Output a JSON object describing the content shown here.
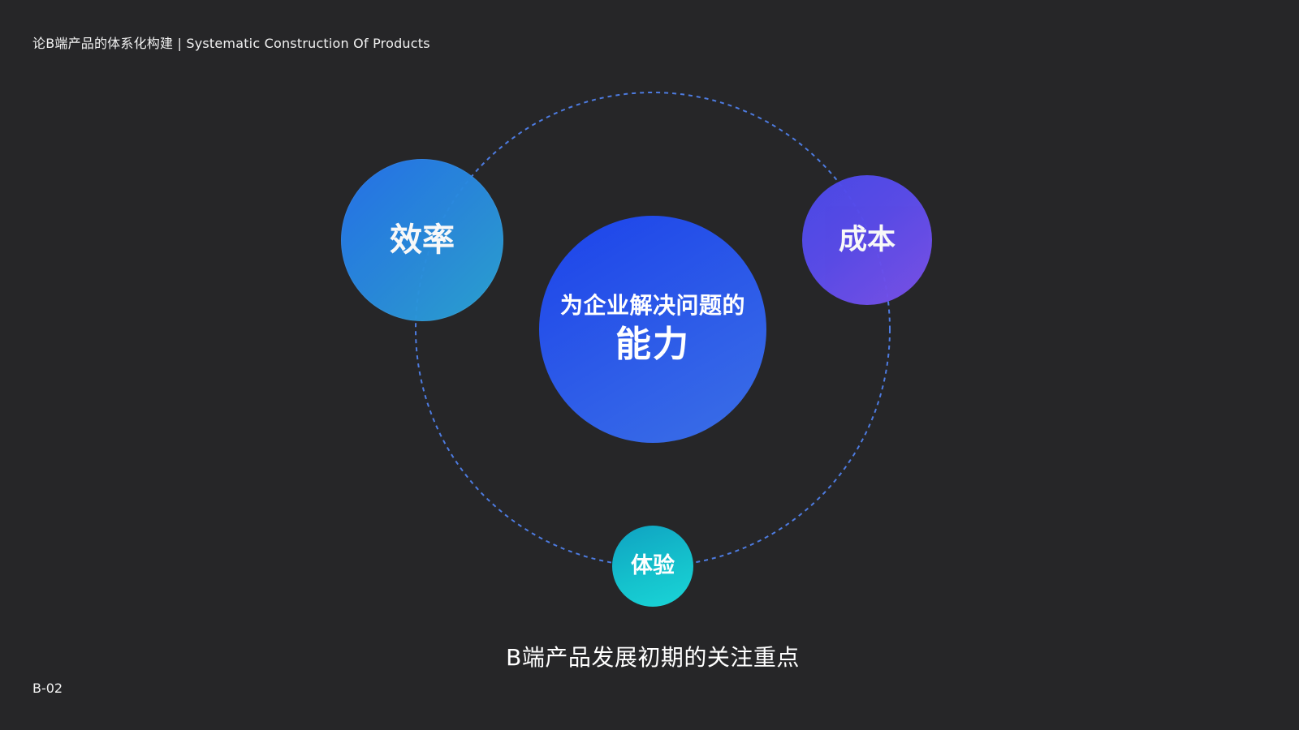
{
  "header": {
    "title": "论B端产品的体系化构建 | Systematic Construction Of Products"
  },
  "diagram": {
    "center": {
      "line1": "为企业解决问题的",
      "line2": "能力"
    },
    "nodes": {
      "efficiency": "效率",
      "cost": "成本",
      "experience": "体验"
    },
    "caption": "B端产品发展初期的关注重点"
  },
  "colors": {
    "background": "#262628",
    "orbit": "#4d7be0",
    "efficiency": "#2472ec",
    "cost": "#5a4ceb",
    "core": "#1c43ea",
    "experience": "#15c3cd"
  },
  "footer": {
    "page_number": "B-02"
  }
}
